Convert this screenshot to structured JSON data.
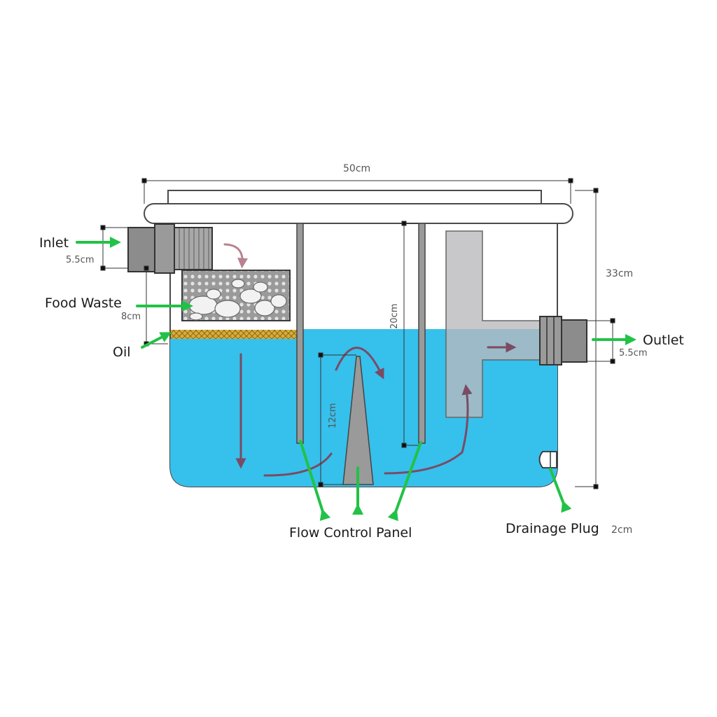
{
  "colors": {
    "water": "#36c0ec",
    "tank_outline": "#4a4a4a",
    "pointer": "#22c247",
    "flow": "#7b4b63",
    "oil": "#d4a833",
    "pipe": "#8c8c8c",
    "chamber": "#b9b9bd"
  },
  "labels": {
    "inlet": "Inlet",
    "food_waste": "Food Waste",
    "oil": "Oil",
    "outlet": "Outlet",
    "flow_control_panel": "Flow Control Panel",
    "drainage_plug": "Drainage Plug"
  },
  "dimensions": {
    "width": "50cm",
    "height": "33cm",
    "inlet_diameter": "5.5cm",
    "outlet_diameter": "5.5cm",
    "basket_depth": "8cm",
    "baffle_height": "20cm",
    "cone_height": "12cm",
    "plug_size": "2cm"
  }
}
